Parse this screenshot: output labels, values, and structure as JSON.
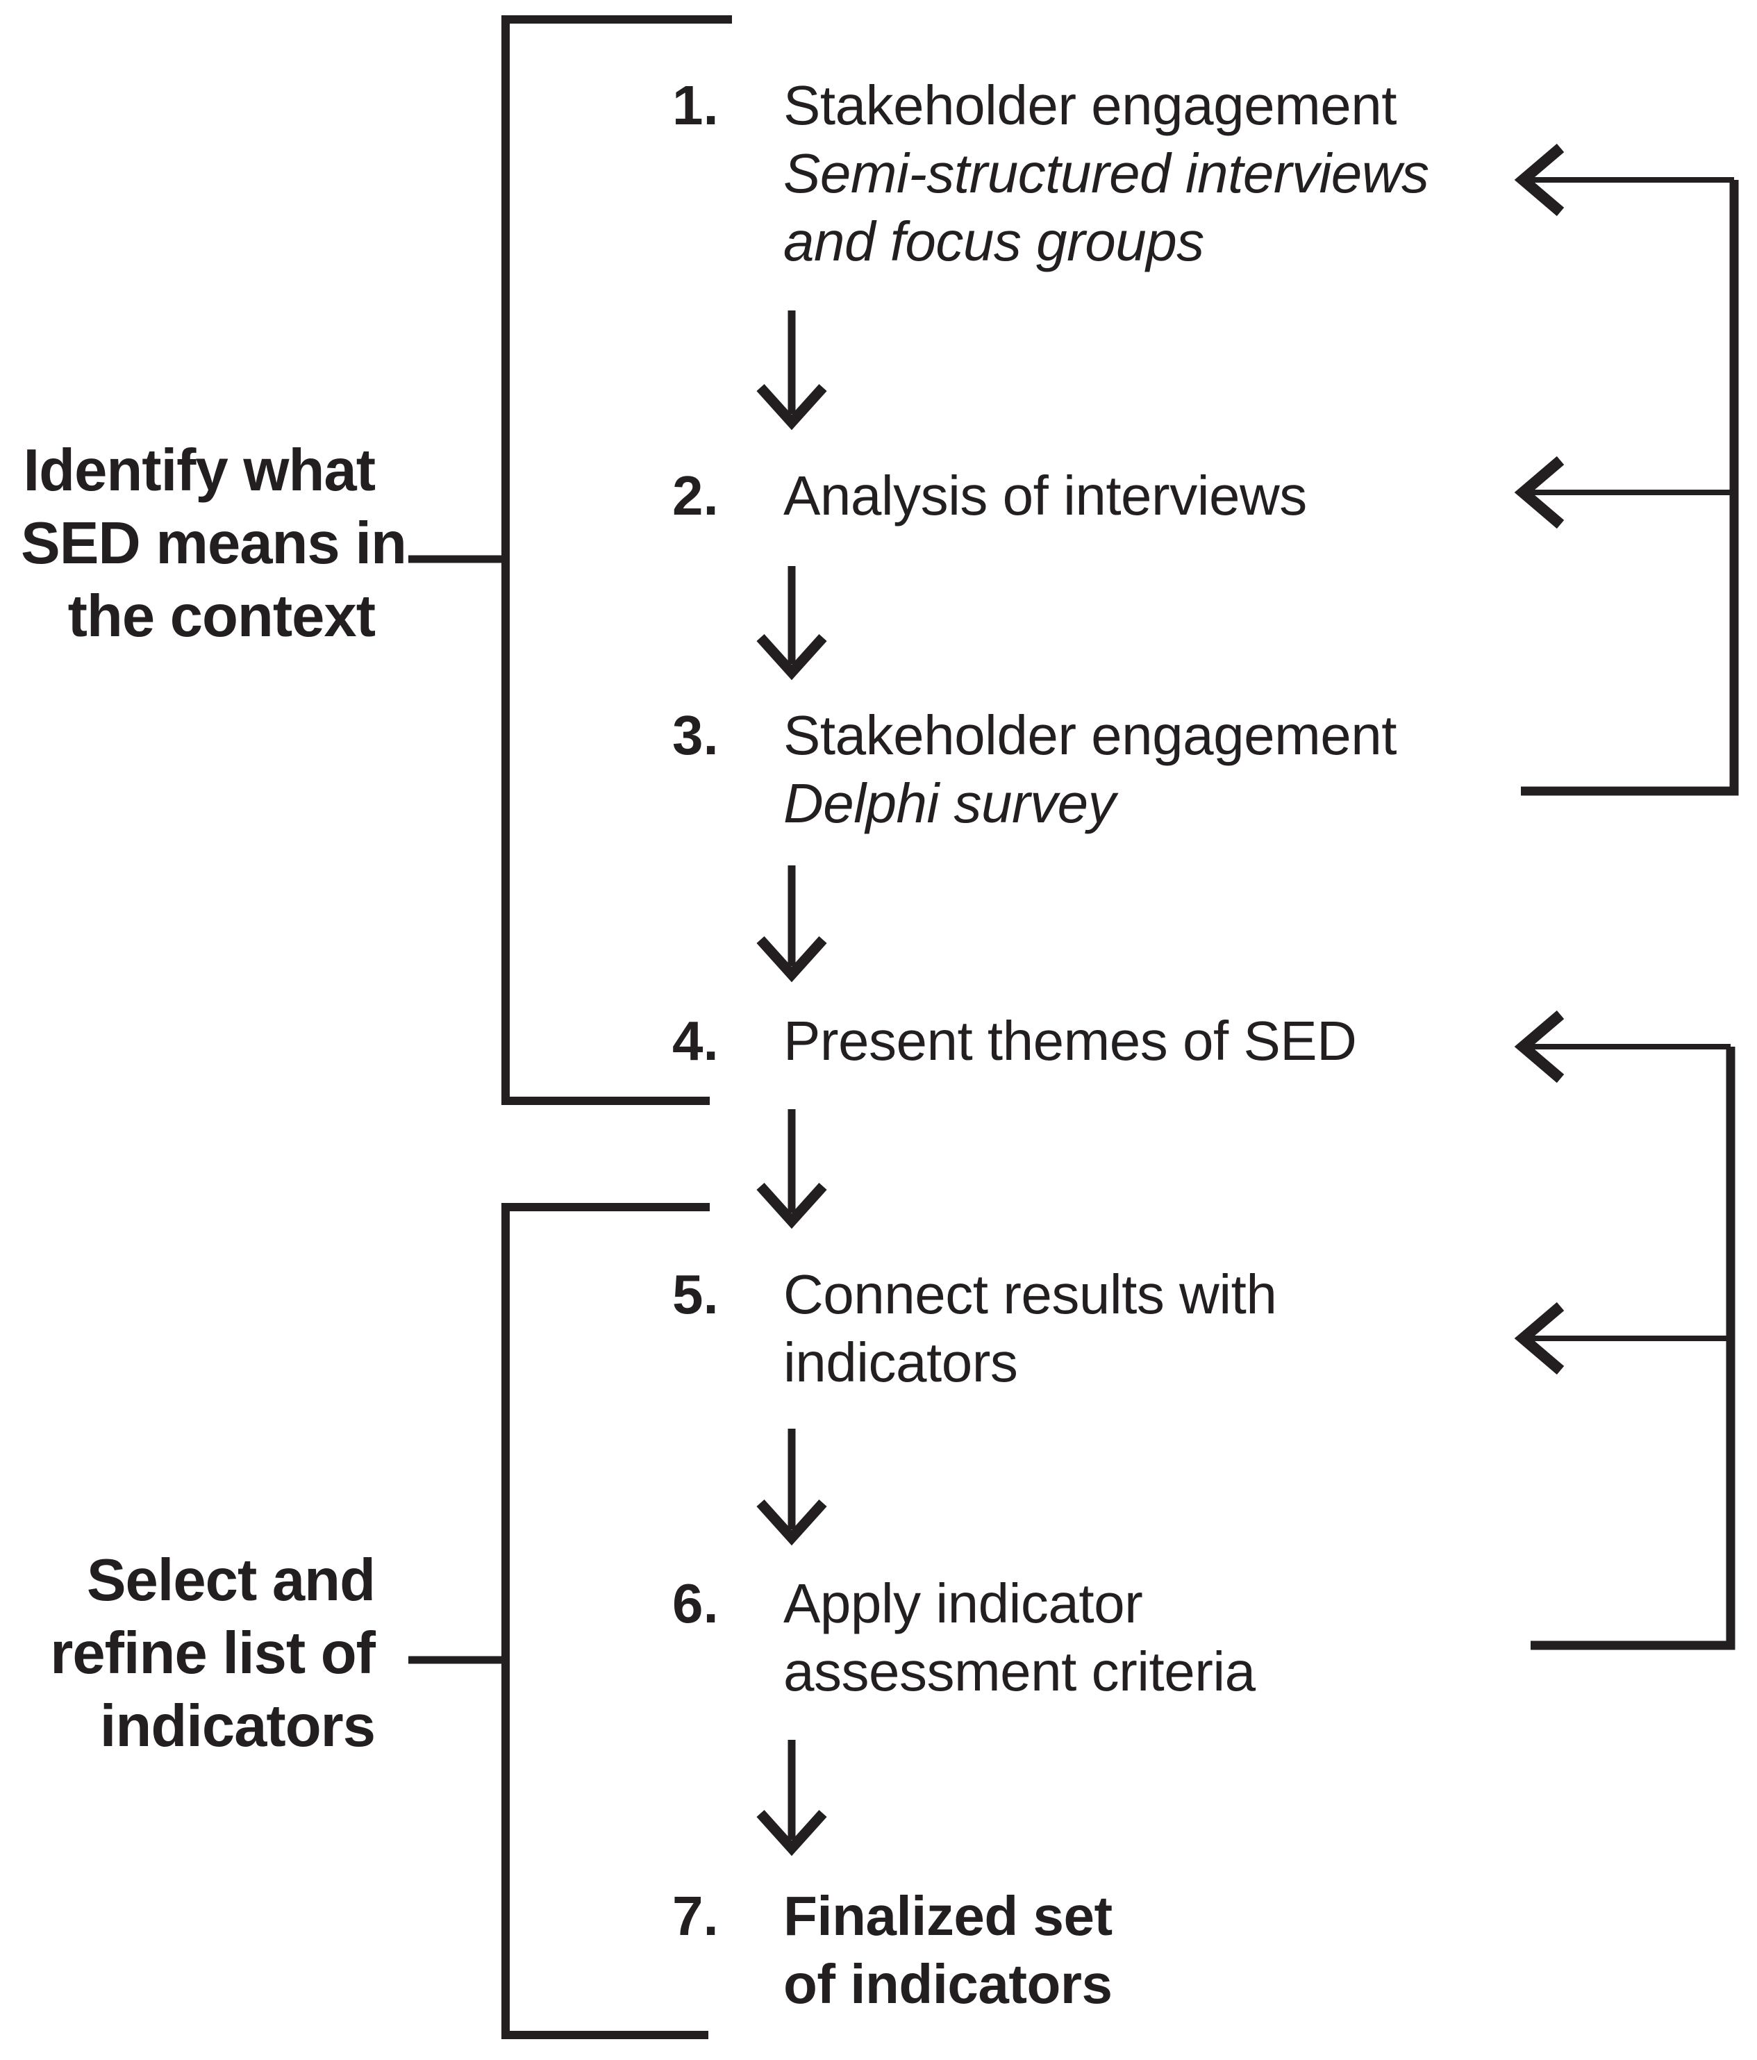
{
  "figure": {
    "type": "flowchart",
    "ink_color": "#231f20",
    "background_color": "#ffffff"
  },
  "phase_labels": [
    {
      "lines": [
        "Identify what",
        "SED means in",
        "the context"
      ],
      "covers_steps": "1-4"
    },
    {
      "lines": [
        "Select and",
        "refine list of",
        "indicators"
      ],
      "covers_steps": "5-7"
    }
  ],
  "steps": [
    {
      "number": "1.",
      "lines": [
        {
          "text": "Stakeholder engagement",
          "style": "regular"
        },
        {
          "text": "Semi-structured interviews",
          "style": "italic"
        },
        {
          "text": "and focus groups",
          "style": "italic"
        }
      ]
    },
    {
      "number": "2.",
      "lines": [
        {
          "text": "Analysis of interviews",
          "style": "regular"
        }
      ]
    },
    {
      "number": "3.",
      "lines": [
        {
          "text": "Stakeholder engagement",
          "style": "regular"
        },
        {
          "text": "Delphi survey",
          "style": "italic"
        }
      ]
    },
    {
      "number": "4.",
      "lines": [
        {
          "text": "Present themes of SED",
          "style": "regular"
        }
      ]
    },
    {
      "number": "5.",
      "lines": [
        {
          "text": "Connect results with",
          "style": "regular"
        },
        {
          "text": "indicators",
          "style": "regular"
        }
      ]
    },
    {
      "number": "6.",
      "lines": [
        {
          "text": "Apply indicator",
          "style": "regular"
        },
        {
          "text": "assessment criteria",
          "style": "regular"
        }
      ]
    },
    {
      "number": "7.",
      "lines": [
        {
          "text": "Finalized set",
          "style": "bold"
        },
        {
          "text": "of indicators",
          "style": "bold"
        }
      ]
    }
  ],
  "connectors": {
    "down_arrows": "between each consecutive step 1→7",
    "feedback_loop_1": "from step 3 back into steps 1 and 2",
    "feedback_loop_2": "from step 6 back into steps 4 and 5"
  }
}
